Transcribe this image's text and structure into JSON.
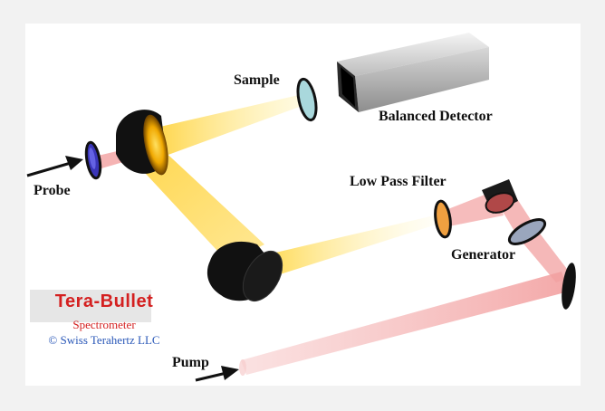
{
  "labels": {
    "sample": "Sample",
    "balanced_detector": "Balanced Detector",
    "probe": "Probe",
    "low_pass_filter": "Low Pass Filter",
    "generator": "Generator",
    "pump": "Pump"
  },
  "brand": {
    "name": "Tera-Bullet",
    "subtitle": "Spectrometer",
    "copyright": "© Swiss Terahertz LLC"
  },
  "colors": {
    "thz_beam": "#ffd84a",
    "laser_beam": "#f2a0a0",
    "mirror": "#111111",
    "brand_red": "#d42020",
    "brand_blue": "#2a58b8"
  }
}
